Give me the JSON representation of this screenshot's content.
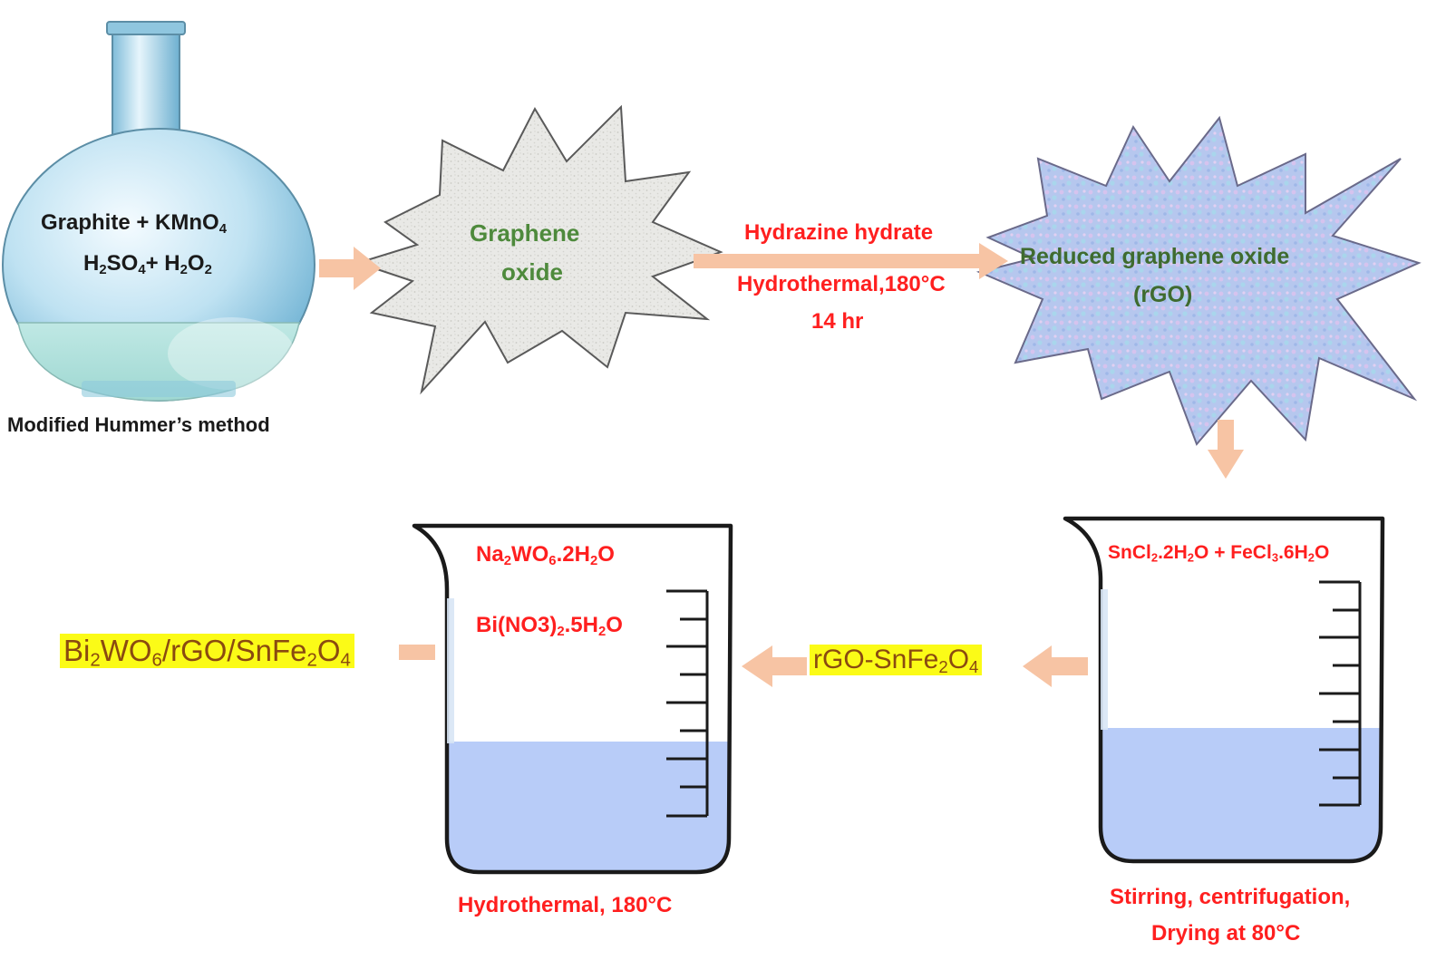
{
  "flask": {
    "line1": [
      "Graphite + KMnO",
      "4"
    ],
    "line2": [
      "H",
      "2",
      "SO",
      "4",
      "+ H",
      "2",
      "O",
      "2"
    ],
    "caption": "Modified Hummer’s method"
  },
  "graphene_oxide": {
    "line1": "Graphene",
    "line2": "oxide"
  },
  "reduction_step": {
    "reagent": "Hydrazine hydrate",
    "condition": [
      "Hydrothermal,180",
      "°C"
    ],
    "time": "14 hr"
  },
  "rgo": {
    "line1": "Reduced graphene oxide",
    "line2": "(rGO)"
  },
  "beaker_right": {
    "reagents": [
      "SnCl",
      "2",
      ".2H",
      "2",
      "O + FeCl",
      "3",
      ".6H",
      "2",
      "O"
    ],
    "conditions_line1": "Stirring, centrifugation,",
    "conditions_line2": [
      "Drying at 80",
      "°C"
    ]
  },
  "intermediate": [
    "rGO-SnFe",
    "2",
    "O",
    "4"
  ],
  "beaker_left": {
    "reagent1": [
      "Na",
      "2",
      "WO",
      "6",
      ".2H",
      "2",
      "O"
    ],
    "reagent2": [
      "Bi(NO3)",
      "2",
      ".5H",
      "2",
      "O"
    ],
    "condition": [
      "Hydrothermal, 180",
      "°C"
    ]
  },
  "product": [
    "Bi",
    "2",
    "WO",
    "6",
    "/rGO/SnFe",
    "2",
    "O",
    "4"
  ],
  "colors": {
    "arrow": "#f7c4a4",
    "label_red": "#ff1f1f",
    "label_green": "#4e8a3c",
    "highlight": "#fbfb17",
    "liquid": "#b8ccf8",
    "flask_glass": "#9ecfe8"
  }
}
